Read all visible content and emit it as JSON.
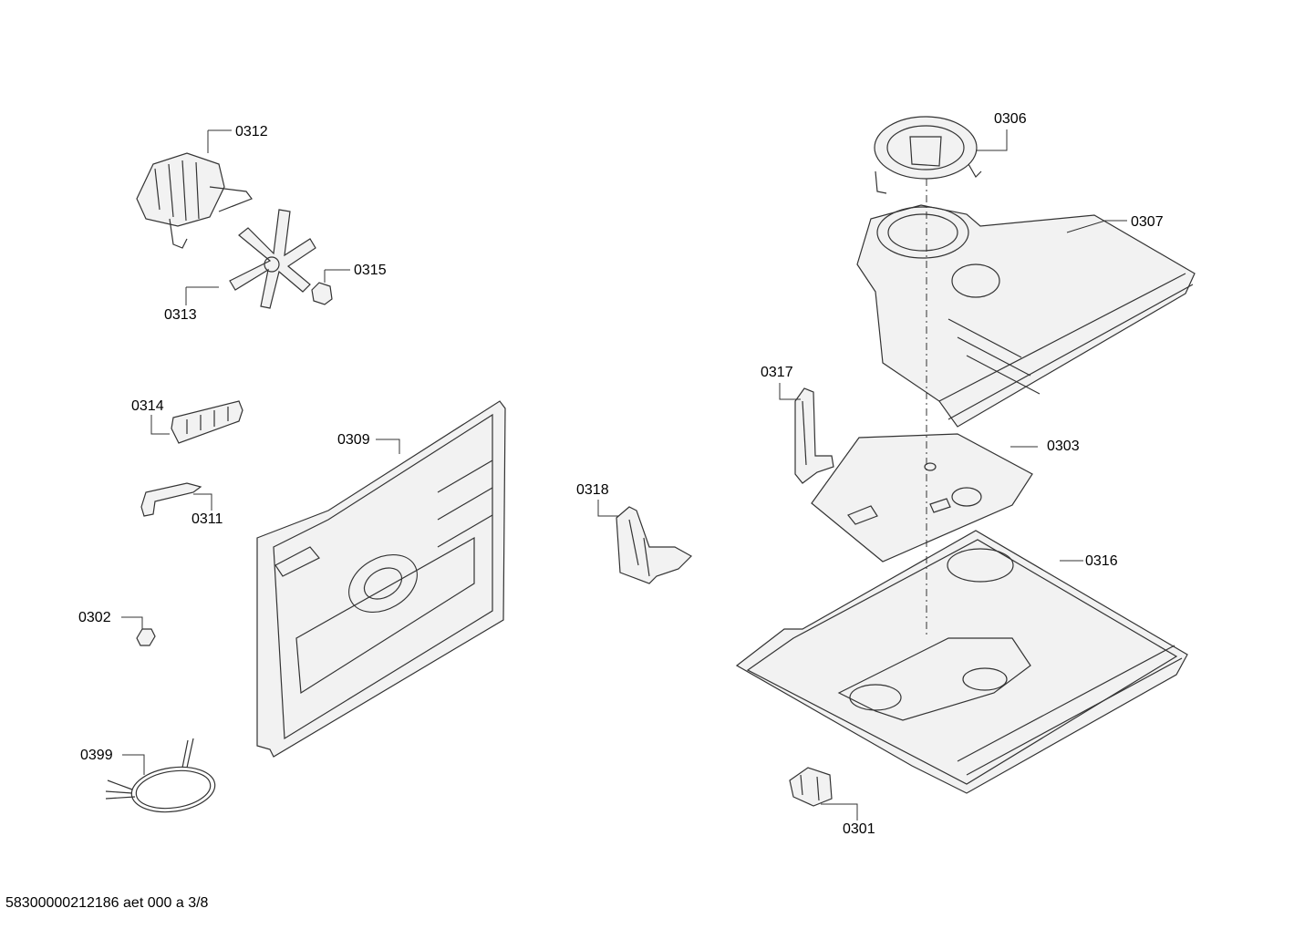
{
  "parts": [
    {
      "id": "0312",
      "label": "0312"
    },
    {
      "id": "0313",
      "label": "0313"
    },
    {
      "id": "0315",
      "label": "0315"
    },
    {
      "id": "0314",
      "label": "0314"
    },
    {
      "id": "0311",
      "label": "0311"
    },
    {
      "id": "0309",
      "label": "0309"
    },
    {
      "id": "0302",
      "label": "0302"
    },
    {
      "id": "0399",
      "label": "0399"
    },
    {
      "id": "0318",
      "label": "0318"
    },
    {
      "id": "0306",
      "label": "0306"
    },
    {
      "id": "0307",
      "label": "0307"
    },
    {
      "id": "0317",
      "label": "0317"
    },
    {
      "id": "0303",
      "label": "0303"
    },
    {
      "id": "0316",
      "label": "0316"
    },
    {
      "id": "0301",
      "label": "0301"
    }
  ],
  "footer": "58300000212186 aet 000 a 3/8"
}
